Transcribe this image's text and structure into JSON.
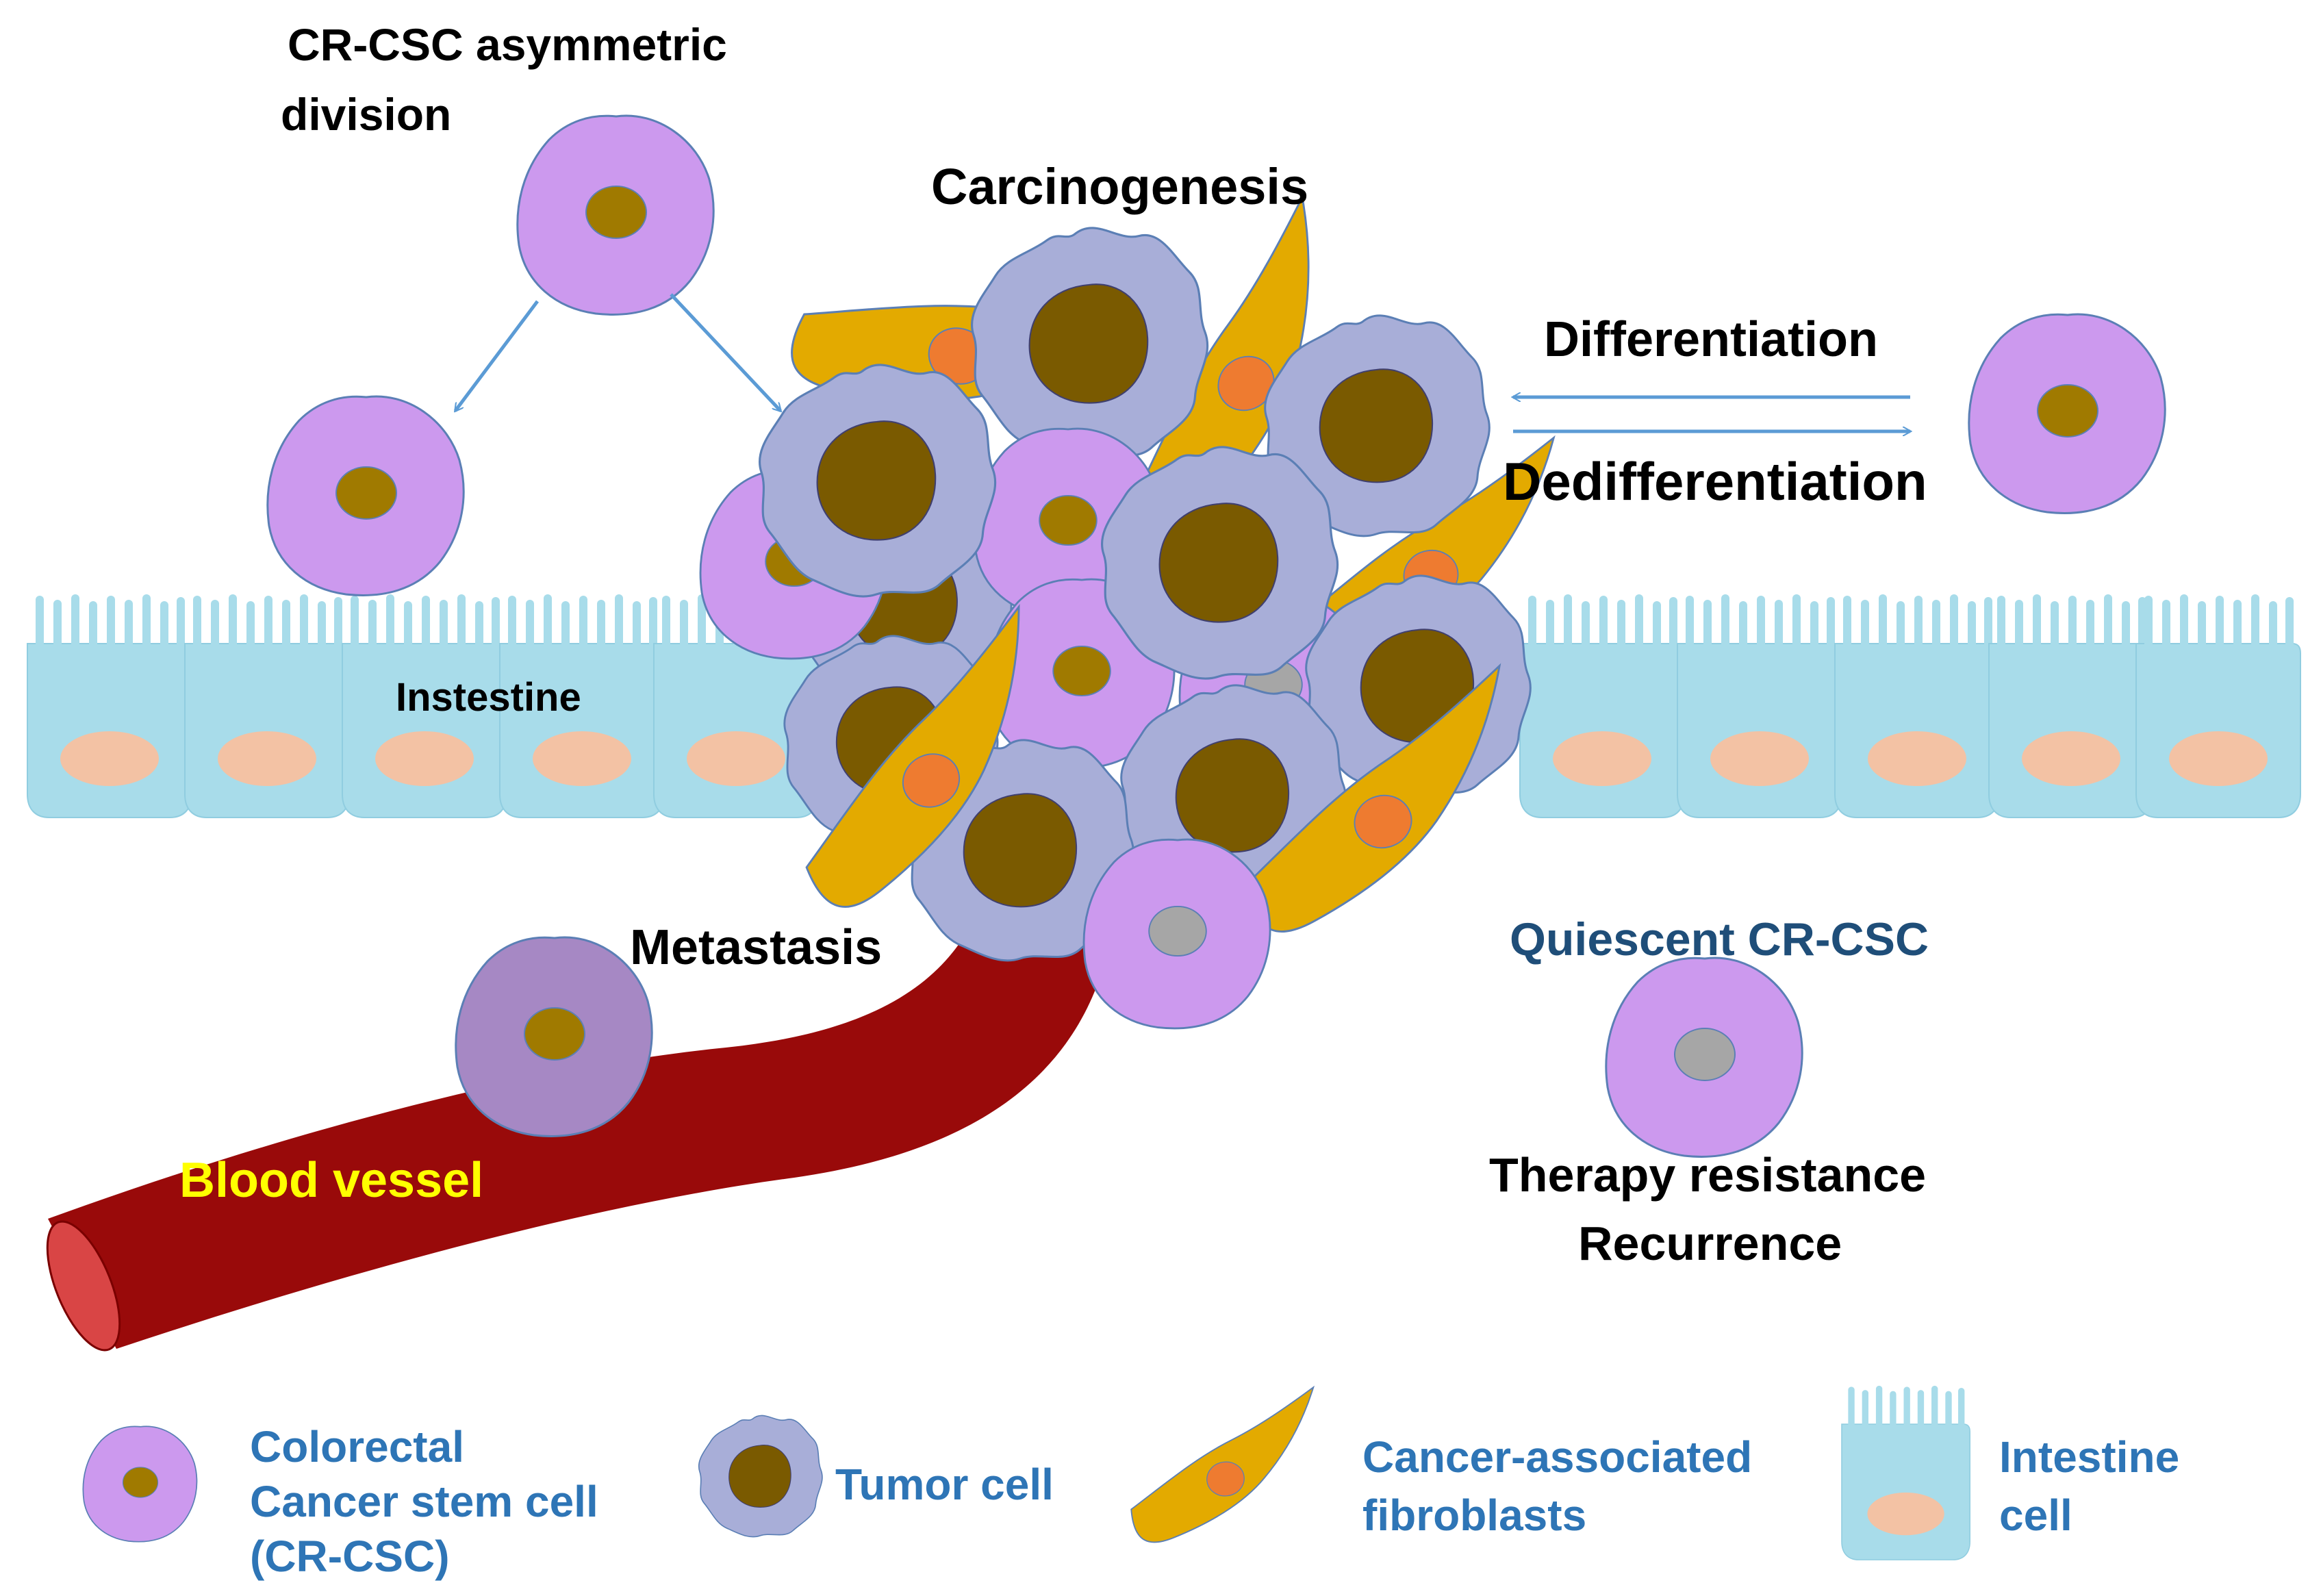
{
  "labels": {
    "asym_line1": "CR-CSC asymmetric",
    "asym_line2": "division",
    "carcinogenesis": "Carcinogenesis",
    "differentiation": "Differentiation",
    "dedifferentiation": "Dedifferentiation",
    "instestine": "Instestine",
    "metastasis": "Metastasis",
    "blood_vessel": "Blood vessel",
    "quiescent": "Quiescent CR-CSC",
    "therapy_resistance": "Therapy resistance",
    "recurrence": "Recurrence"
  },
  "legend": {
    "cscLine1": "Colorectal",
    "cscLine2": "Cancer stem cell",
    "cscLine3": "(CR-CSC)",
    "tumor": "Tumor cell",
    "cafLine1": "Cancer-associated",
    "cafLine2": "fibroblasts",
    "intestineLine1": "Intestine",
    "intestineLine2": "cell"
  },
  "colors": {
    "csc_fill": "#cc99ee",
    "csc_nucleus": "#a07a00",
    "tumor_fill": "#a8aed8",
    "tumor_nucleus": "#7a5a00",
    "caf_fill": "#e3aa00",
    "caf_nucleus": "#ee7b30",
    "intestine_fill": "#a8dcea",
    "intestine_nucleus": "#f3c2a4",
    "quiescent_nucleus": "#a6a6a6",
    "metastatic_cell": "#a688c4",
    "vessel": "#990a0a",
    "vessel_end": "#d94545",
    "arrow": "#5b9bd5",
    "legend_text": "#2e75b6",
    "quiescent_text": "#1f4e79",
    "blood_vessel_text": "#ffff00"
  }
}
